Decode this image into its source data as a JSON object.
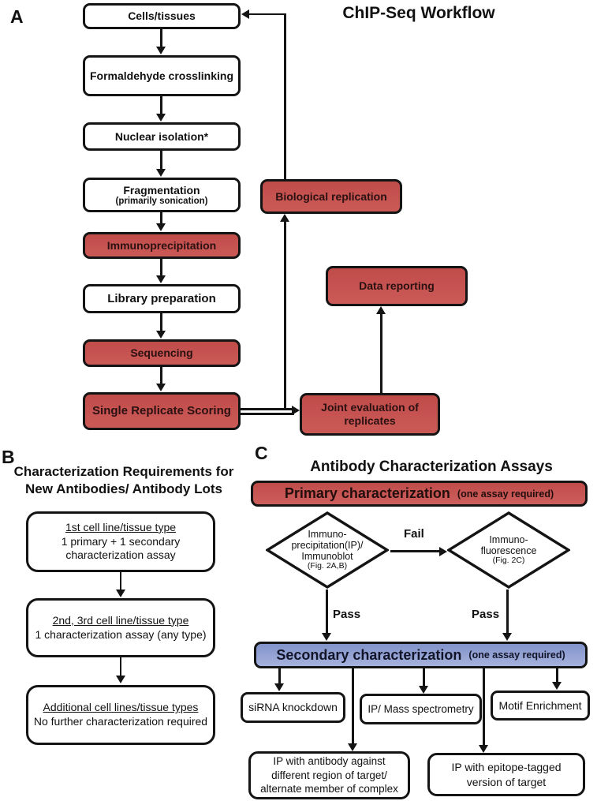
{
  "colors": {
    "red": "#C5524F",
    "blue": "#8E9ED3",
    "outline": "#141414"
  },
  "panelA": {
    "label": "A",
    "title": "ChIP-Seq Workflow",
    "boxes": {
      "cells": "Cells/tissues",
      "formaldehyde": "Formaldehyde crosslinking",
      "nuclear": "Nuclear isolation*",
      "fragmentation": "Fragmentation",
      "fragmentation_sub": "(primarily sonication)",
      "immunoprecipitation": "Immunoprecipitation",
      "library": "Library preparation",
      "sequencing": "Sequencing",
      "single_replicate": "Single Replicate Scoring",
      "biological_replication": "Biological replication",
      "data_reporting": "Data reporting",
      "joint_evaluation": "Joint evaluation of replicates"
    }
  },
  "panelB": {
    "label": "B",
    "title_line1": "Characterization Requirements for",
    "title_line2": "New Antibodies/ Antibody Lots",
    "box1": {
      "heading": "1st cell line/tissue type",
      "line1": "1 primary + 1 secondary",
      "line2": "characterization assay"
    },
    "box2": {
      "heading": "2nd, 3rd cell line/tissue type",
      "line1": "1 characterization assay (any type)"
    },
    "box3": {
      "heading": "Additional cell lines/tissue types",
      "line1": "No further characterization required"
    }
  },
  "panelC": {
    "label": "C",
    "title": "Antibody Characterization Assays",
    "primary_banner": {
      "main": "Primary characterization",
      "sub": "(one assay required)"
    },
    "secondary_banner": {
      "main": "Secondary characterization",
      "sub": "(one assay required)"
    },
    "diamond_ip": {
      "line1": "Immuno-",
      "line2": "precipitation(IP)/",
      "line3": "Immunoblot",
      "line4": "(Fig. 2A,B)"
    },
    "diamond_if": {
      "line1": "Immuno-",
      "line2": "fluorescence",
      "line3": "(Fig. 2C)"
    },
    "fail_label": "Fail",
    "pass_label_left": "Pass",
    "pass_label_right": "Pass",
    "assay_boxes": {
      "sirna": "siRNA knockdown",
      "mass_spec": "IP/ Mass spectrometry",
      "motif": "Motif Enrichment"
    },
    "ip_region_box": {
      "line1": "IP with antibody against",
      "line2": "different region of target/",
      "line3": "alternate member of complex"
    },
    "ip_epitope_box": {
      "line1": "IP with epitope-tagged",
      "line2": "version of target"
    }
  }
}
